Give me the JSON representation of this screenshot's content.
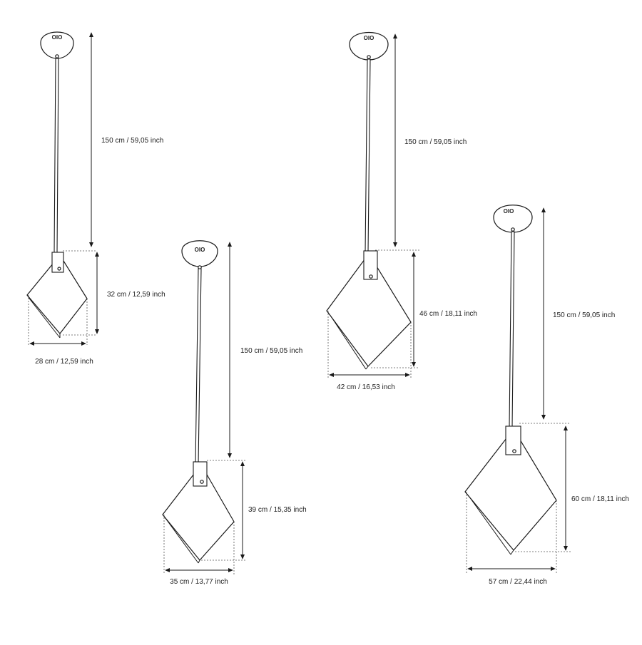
{
  "lamps": [
    {
      "id": "small",
      "cable_length_label": "150 cm / 59,05 inch",
      "height_label": "32 cm / 12,59 inch",
      "width_label": "28 cm / 12,59 inch"
    },
    {
      "id": "medium",
      "cable_length_label": "150 cm / 59,05 inch",
      "height_label": "39 cm / 15,35 inch",
      "width_label": "35 cm / 13,77 inch"
    },
    {
      "id": "large",
      "cable_length_label": "150 cm / 59,05 inch",
      "height_label": "46 cm / 18,11 inch",
      "width_label": "42 cm / 16,53 inch"
    },
    {
      "id": "xlarge",
      "cable_length_label": "150 cm / 59,05 inch",
      "height_label": "60 cm / 18,11 inch",
      "width_label": "57 cm / 22,44 inch"
    }
  ],
  "colors": {
    "line": "#1a1a1a",
    "text": "#222222",
    "background": "#ffffff"
  }
}
